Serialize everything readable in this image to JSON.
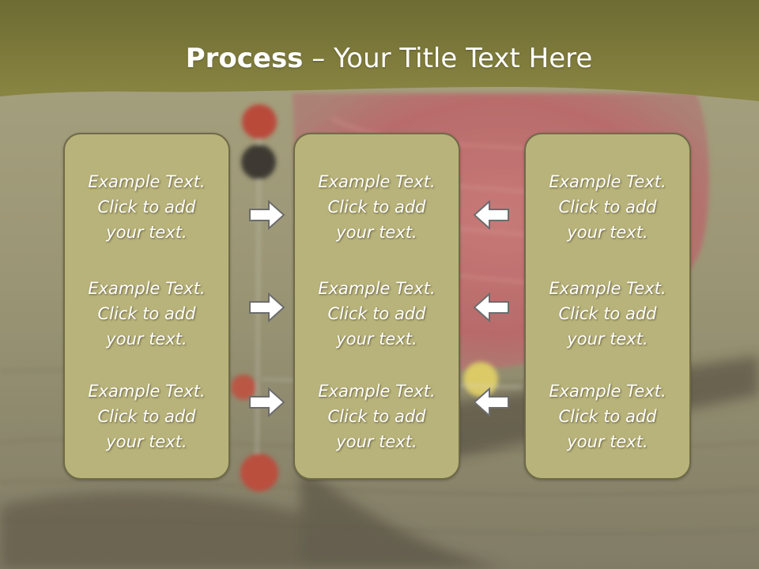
{
  "slide": {
    "title_bold": "Process",
    "title_rest": " – Your Title Text Here",
    "colors": {
      "banner": "#7d7a3c",
      "panel_fill": "#b8b37a",
      "panel_border": "#6f6a47",
      "arrow_fill": "#ffffff",
      "arrow_stroke": "#6c6c6c",
      "text": "#ffffff"
    }
  },
  "columns": [
    {
      "items": [
        {
          "line1": "Example Text.",
          "line2": "Click  to add",
          "line3": "your text."
        },
        {
          "line1": "Example Text.",
          "line2": "Click  to add",
          "line3": "your text."
        },
        {
          "line1": "Example Text.",
          "line2": "Click  to add",
          "line3": "your text."
        }
      ]
    },
    {
      "items": [
        {
          "line1": "Example Text.",
          "line2": "Click  to add",
          "line3": "your text."
        },
        {
          "line1": "Example Text.",
          "line2": "Click  to add",
          "line3": "your text."
        },
        {
          "line1": "Example Text.",
          "line2": "Click  to add",
          "line3": "your text."
        }
      ]
    },
    {
      "items": [
        {
          "line1": "Example Text.",
          "line2": "Click  to add",
          "line3": "your text."
        },
        {
          "line1": "Example Text.",
          "line2": "Click  to add",
          "line3": "your text."
        },
        {
          "line1": "Example Text.",
          "line2": "Click  to add",
          "line3": "your text."
        }
      ]
    }
  ],
  "arrows": {
    "left_group": [
      "arrow-right-icon",
      "arrow-right-icon",
      "arrow-right-icon"
    ],
    "right_group": [
      "arrow-left-icon",
      "arrow-left-icon",
      "arrow-left-icon"
    ]
  }
}
